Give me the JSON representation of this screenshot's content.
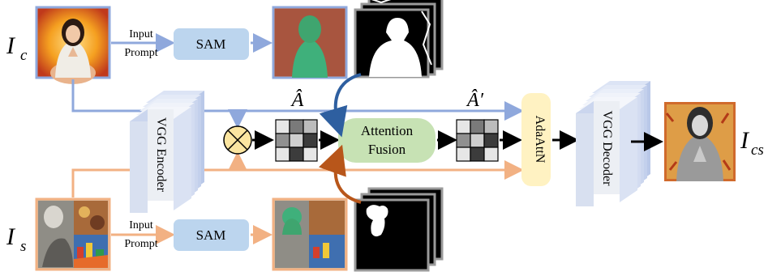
{
  "labels": {
    "ic": "I",
    "ic_sub": "c",
    "is": "I",
    "is_sub": "s",
    "ics": "I",
    "ics_sub": "cs",
    "a_hat": "Â",
    "a_hat_prime": "Â′",
    "input_top_1": "Input",
    "input_top_2": "Prompt",
    "input_bot_1": "Input",
    "input_bot_2": "Prompt",
    "sam_top": "SAM",
    "sam_bot": "SAM",
    "vgg_encoder": "VGG Encoder",
    "vgg_decoder": "VGG Decoder",
    "attention_1": "Attention",
    "attention_2": "Fusion",
    "adaattn": "AdaAttN"
  },
  "colors": {
    "blue_arrow": "#8fa8dc",
    "orange_arrow": "#f2b183",
    "sam_box": "#bcd5ee",
    "attention_box": "#c7e2b4",
    "adaattn_box": "#fff2c2",
    "multiply_circle": "#fbe5a0",
    "curve_blue": "#2e5fa0",
    "curve_orange": "#b8561a"
  }
}
